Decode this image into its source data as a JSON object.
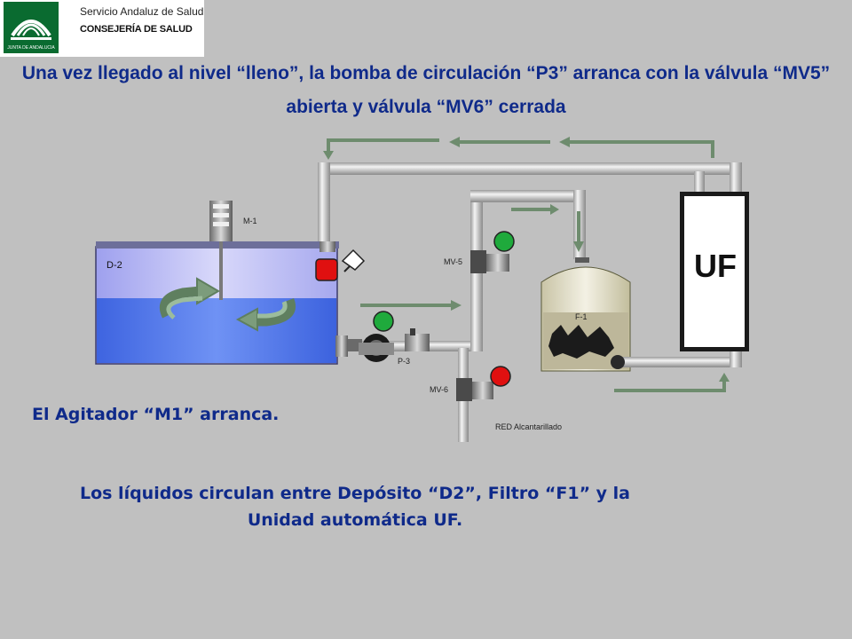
{
  "logo": {
    "org_line1": "Servicio Andaluz de Salud",
    "org_line2": "CONSEJERÍA DE SALUD",
    "emblem_text": "JUNTA DE ANDALUCIA"
  },
  "heading": "Una vez llegado al nivel “lleno”, la bomba de circulación “P3” arranca con la válvula “MV5” abierta y válvula “MV6” cerrada",
  "captions": {
    "agitator": "El Agitador “M1” arranca.",
    "circulation": "Los líquidos circulan entre Depósito “D2”, Filtro “F1” y la Unidad automática UF."
  },
  "diagram": {
    "tank_label": "D-2",
    "agitator_label": "M-1",
    "pump_label": "P-3",
    "valve_mv5_label": "MV-5",
    "valve_mv6_label": "MV-6",
    "filter_label": "F-1",
    "uf_label": "UF",
    "drain_label": "RED Alcantarillado",
    "colors": {
      "flow_arrow": "#6e8c6e",
      "active": "#1faa3c",
      "inactive": "#e01010",
      "water": "#4a72e8",
      "tank_top": "#b6b8f2",
      "uf_frame": "#1a1a1a"
    },
    "indicators": [
      {
        "target": "tank-level",
        "state": "inactive"
      },
      {
        "target": "pump-p3",
        "state": "active"
      },
      {
        "target": "valve-mv5",
        "state": "active"
      },
      {
        "target": "valve-mv6",
        "state": "inactive"
      }
    ]
  }
}
